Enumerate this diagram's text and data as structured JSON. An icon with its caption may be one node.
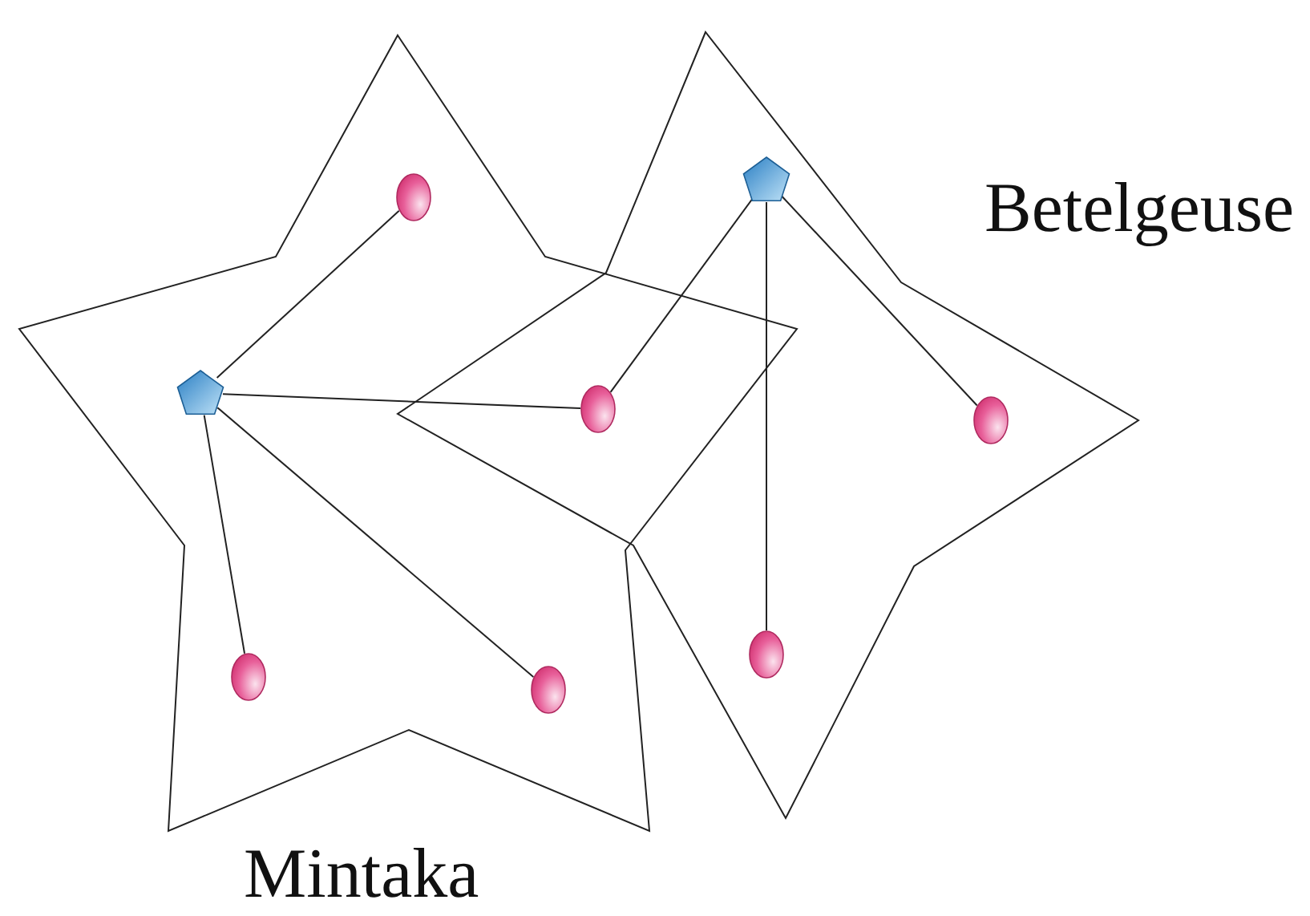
{
  "diagram": {
    "nodes": [
      {
        "text": [
          "Mintaka"
        ]
      },
      {
        "text": [],
        "shape": "circle",
        "in": 0
      },
      {
        "text": [],
        "shape": "pentagon",
        "in": 0
      },
      {
        "text": [],
        "shape": "circle",
        "in": 0
      },
      {
        "text": [],
        "shape": "circle",
        "in": 0
      },
      {
        "text": [
          "Betelgeuse"
        ]
      },
      {
        "text": [],
        "shape": "pentagon",
        "in": 5
      },
      {
        "text": [],
        "shape": "circle"
      },
      {
        "text": [],
        "shape": "circle",
        "in": 5
      },
      {
        "text": [],
        "shape": "circle",
        "in": 5
      }
    ],
    "edges": [
      {
        "from": 2,
        "to": 1,
        "arrow": "none"
      },
      {
        "from": 2,
        "to": 7,
        "arrow": "none"
      },
      {
        "from": 2,
        "to": 3,
        "arrow": "none"
      },
      {
        "from": 2,
        "to": 4,
        "arrow": "none"
      },
      {
        "from": 6,
        "to": 7,
        "arrow": "none"
      },
      {
        "from": 6,
        "to": 8,
        "arrow": "none"
      },
      {
        "from": 6,
        "to": 9,
        "arrow": "none"
      }
    ]
  }
}
